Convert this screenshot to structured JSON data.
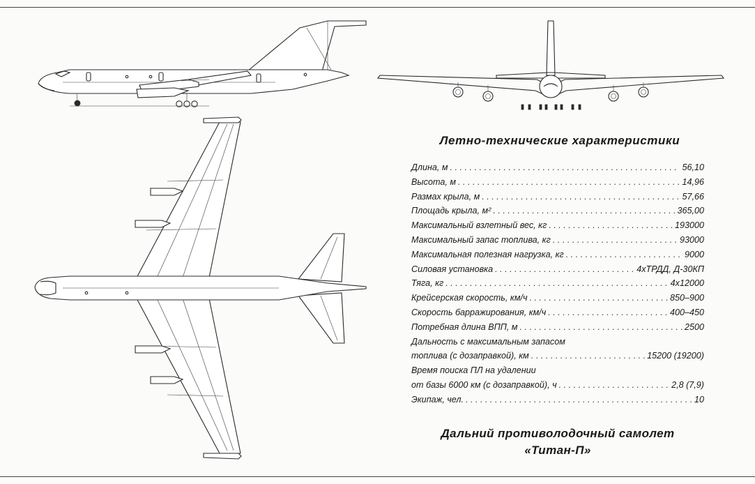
{
  "specs": {
    "title": "Летно-технические характеристики",
    "rows": [
      {
        "label": "Длина, м",
        "value": "56,10"
      },
      {
        "label": "Высота, м",
        "value": "14,96"
      },
      {
        "label": "Размах крыла, м",
        "value": "57,66"
      },
      {
        "label": "Площадь крыла, м²",
        "value": "365,00"
      },
      {
        "label": "Максимальный взлетный вес, кг",
        "value": "193000"
      },
      {
        "label": "Максимальный запас топлива, кг",
        "value": "93000"
      },
      {
        "label": "Максимальная полезная нагрузка, кг",
        "value": "9000"
      },
      {
        "label": "Силовая установка",
        "value": "4хТРДД, Д-30КП"
      },
      {
        "label": "Тяга, кг",
        "value": "4х12000"
      },
      {
        "label": "Крейсерская скорость, км/ч",
        "value": "850–900"
      },
      {
        "label": "Скорость барражирования, км/ч",
        "value": "400–450"
      },
      {
        "label": "Потребная длина ВПП, м",
        "value": "2500"
      }
    ],
    "range_line1": "Дальность с максимальным запасом",
    "range_label": "топлива (с дозаправкой), км",
    "range_value": "15200 (19200)",
    "search_line1": "Время поиска ПЛ на удалении",
    "search_label": "от базы 6000 км (с дозаправкой), ч",
    "search_value": "2,8 (7,9)",
    "crew_label": "Экипаж, чел.",
    "crew_value": "10"
  },
  "caption": {
    "line1": "Дальний противолодочный самолет",
    "line2": "«Титан-П»"
  }
}
